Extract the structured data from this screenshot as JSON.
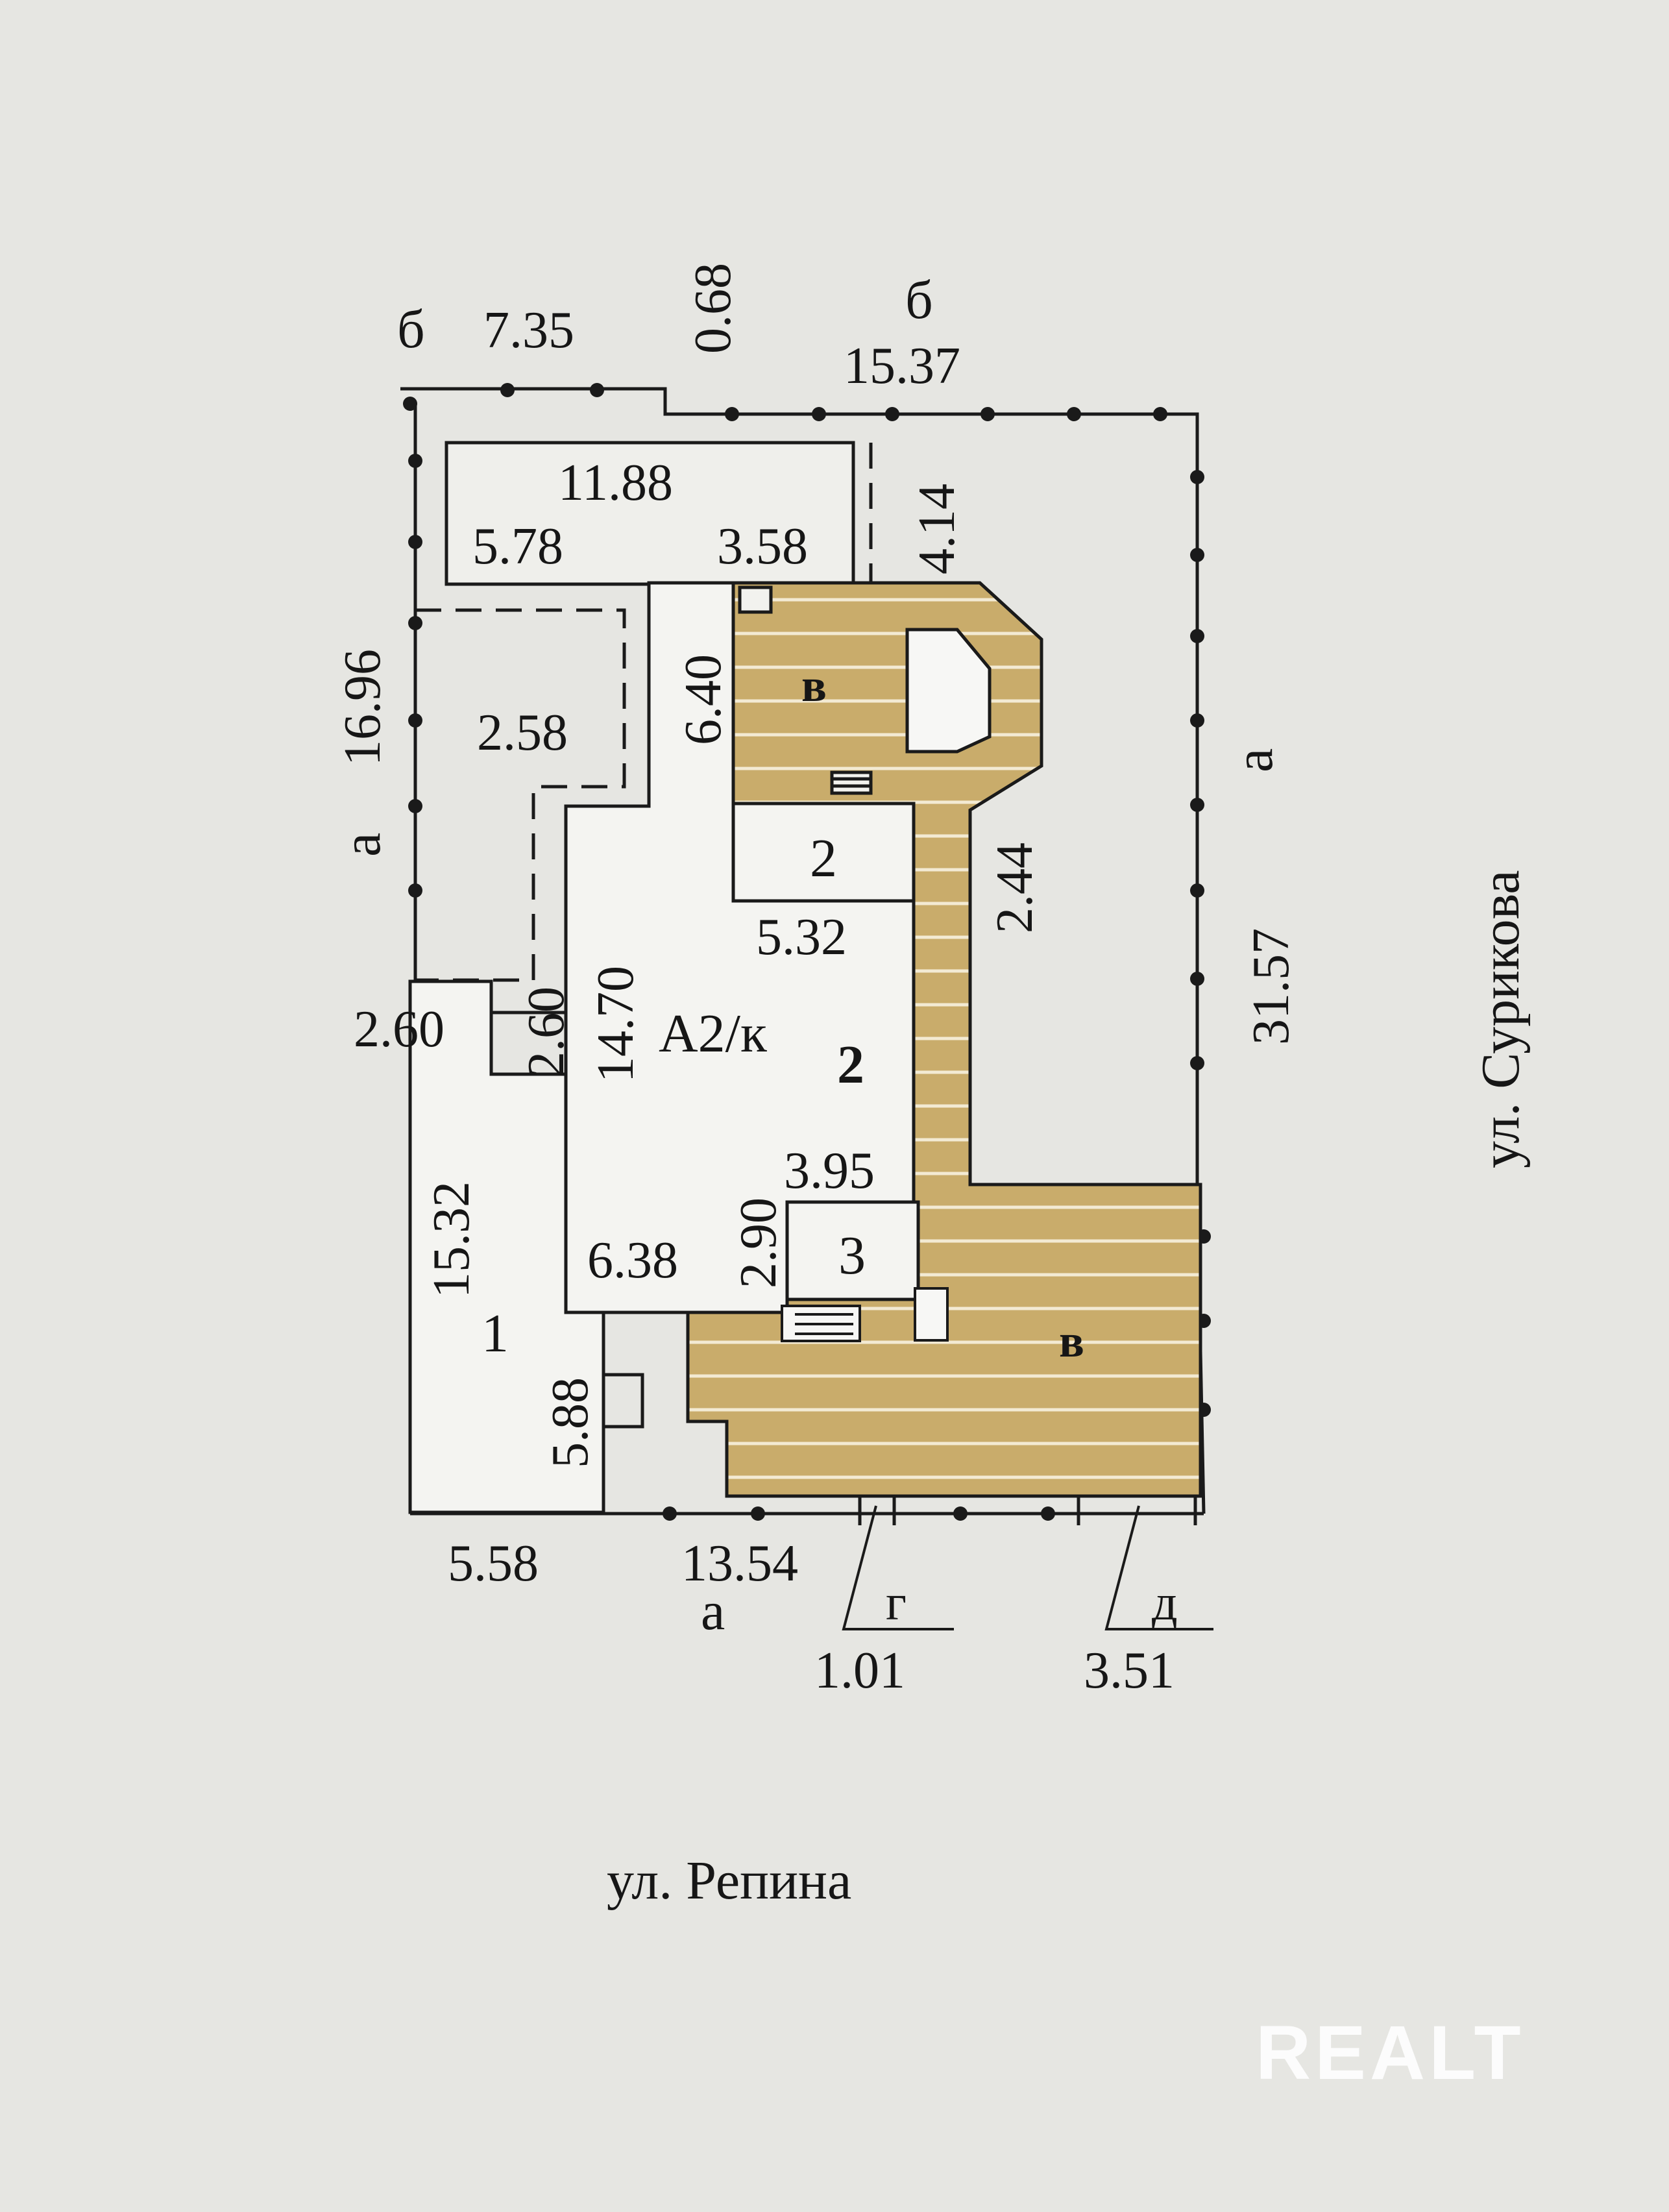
{
  "dimensions": {
    "top_left_segment": "7.35",
    "top_jog": "0.68",
    "top_right_segment": "15.37",
    "left_upper": "16.96",
    "right_side": "31.57",
    "annex_top_width": "11.88",
    "annex_lower_left": "5.78",
    "annex_lower_right": "3.58",
    "right_gap": "4.14",
    "tower_height": "6.40",
    "dashed_width": "2.58",
    "corridor_height": "2.44",
    "room2_width": "5.32",
    "main_height": "14.70",
    "notch_width": "2.60",
    "notch_height": "2.60",
    "left_room_height": "15.32",
    "room3_width": "3.95",
    "room3_height": "2.90",
    "main_bottom_width": "6.38",
    "left_room_bottom": "5.88",
    "bottom_left": "5.58",
    "bottom_right": "13.54",
    "gate_g_width": "1.01",
    "gate_d_width": "3.51"
  },
  "labels": {
    "building_class": "А2/к",
    "floors_main": "2",
    "floors_room2": "2",
    "room3": "3",
    "room1": "1",
    "veranda_upper": "в",
    "veranda_lower": "в",
    "fence_top_left": "б",
    "fence_top_right": "б",
    "fence_left": "а",
    "fence_right": "а",
    "fence_bottom": "а",
    "gate_g": "г",
    "gate_d": "д"
  },
  "streets": {
    "bottom": "ул. Репина",
    "right": "ул. Сурикова"
  },
  "watermark": "REALT",
  "colors": {
    "background": "#e6e6e2",
    "veranda_fill": "#c9ac6b",
    "line": "#1a1a1a"
  }
}
